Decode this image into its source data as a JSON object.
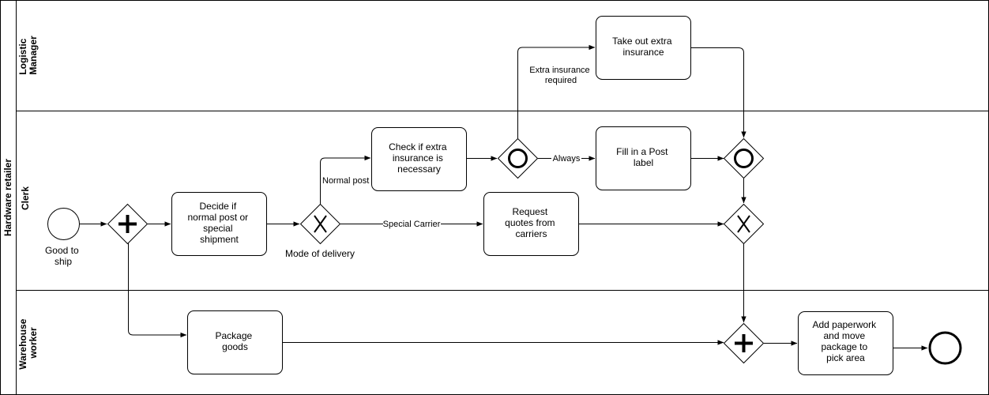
{
  "pool": {
    "label": "Hardware retailer"
  },
  "lanes": {
    "logistic_manager": [
      "Logistic",
      "Manager"
    ],
    "clerk": [
      "Clerk"
    ],
    "warehouse_worker": [
      "Warehouse",
      "worker"
    ]
  },
  "events": {
    "start": {
      "label": [
        "Good to",
        "ship"
      ]
    },
    "end": {
      "label": []
    }
  },
  "tasks": {
    "take_out_insurance": [
      "Take out extra",
      "insurance"
    ],
    "check_insurance": [
      "Check if extra",
      "insurance is",
      "necessary"
    ],
    "fill_post_label": [
      "Fill in a Post",
      "label"
    ],
    "decide_shipment": [
      "Decide if",
      "normal post or",
      "special",
      "shipment"
    ],
    "request_quotes": [
      "Request",
      "quotes from",
      "carriers"
    ],
    "package_goods": [
      "Package",
      "goods"
    ],
    "add_paperwork": [
      "Add paperwork",
      "and move",
      "package to",
      "pick area"
    ]
  },
  "gateways": {
    "mode_of_delivery": {
      "label": "Mode of delivery"
    }
  },
  "edge_labels": {
    "extra_insurance": [
      "Extra insurance",
      "required"
    ],
    "always": "Always",
    "normal_post": "Normal post",
    "special_carrier": "Special Carrier"
  }
}
